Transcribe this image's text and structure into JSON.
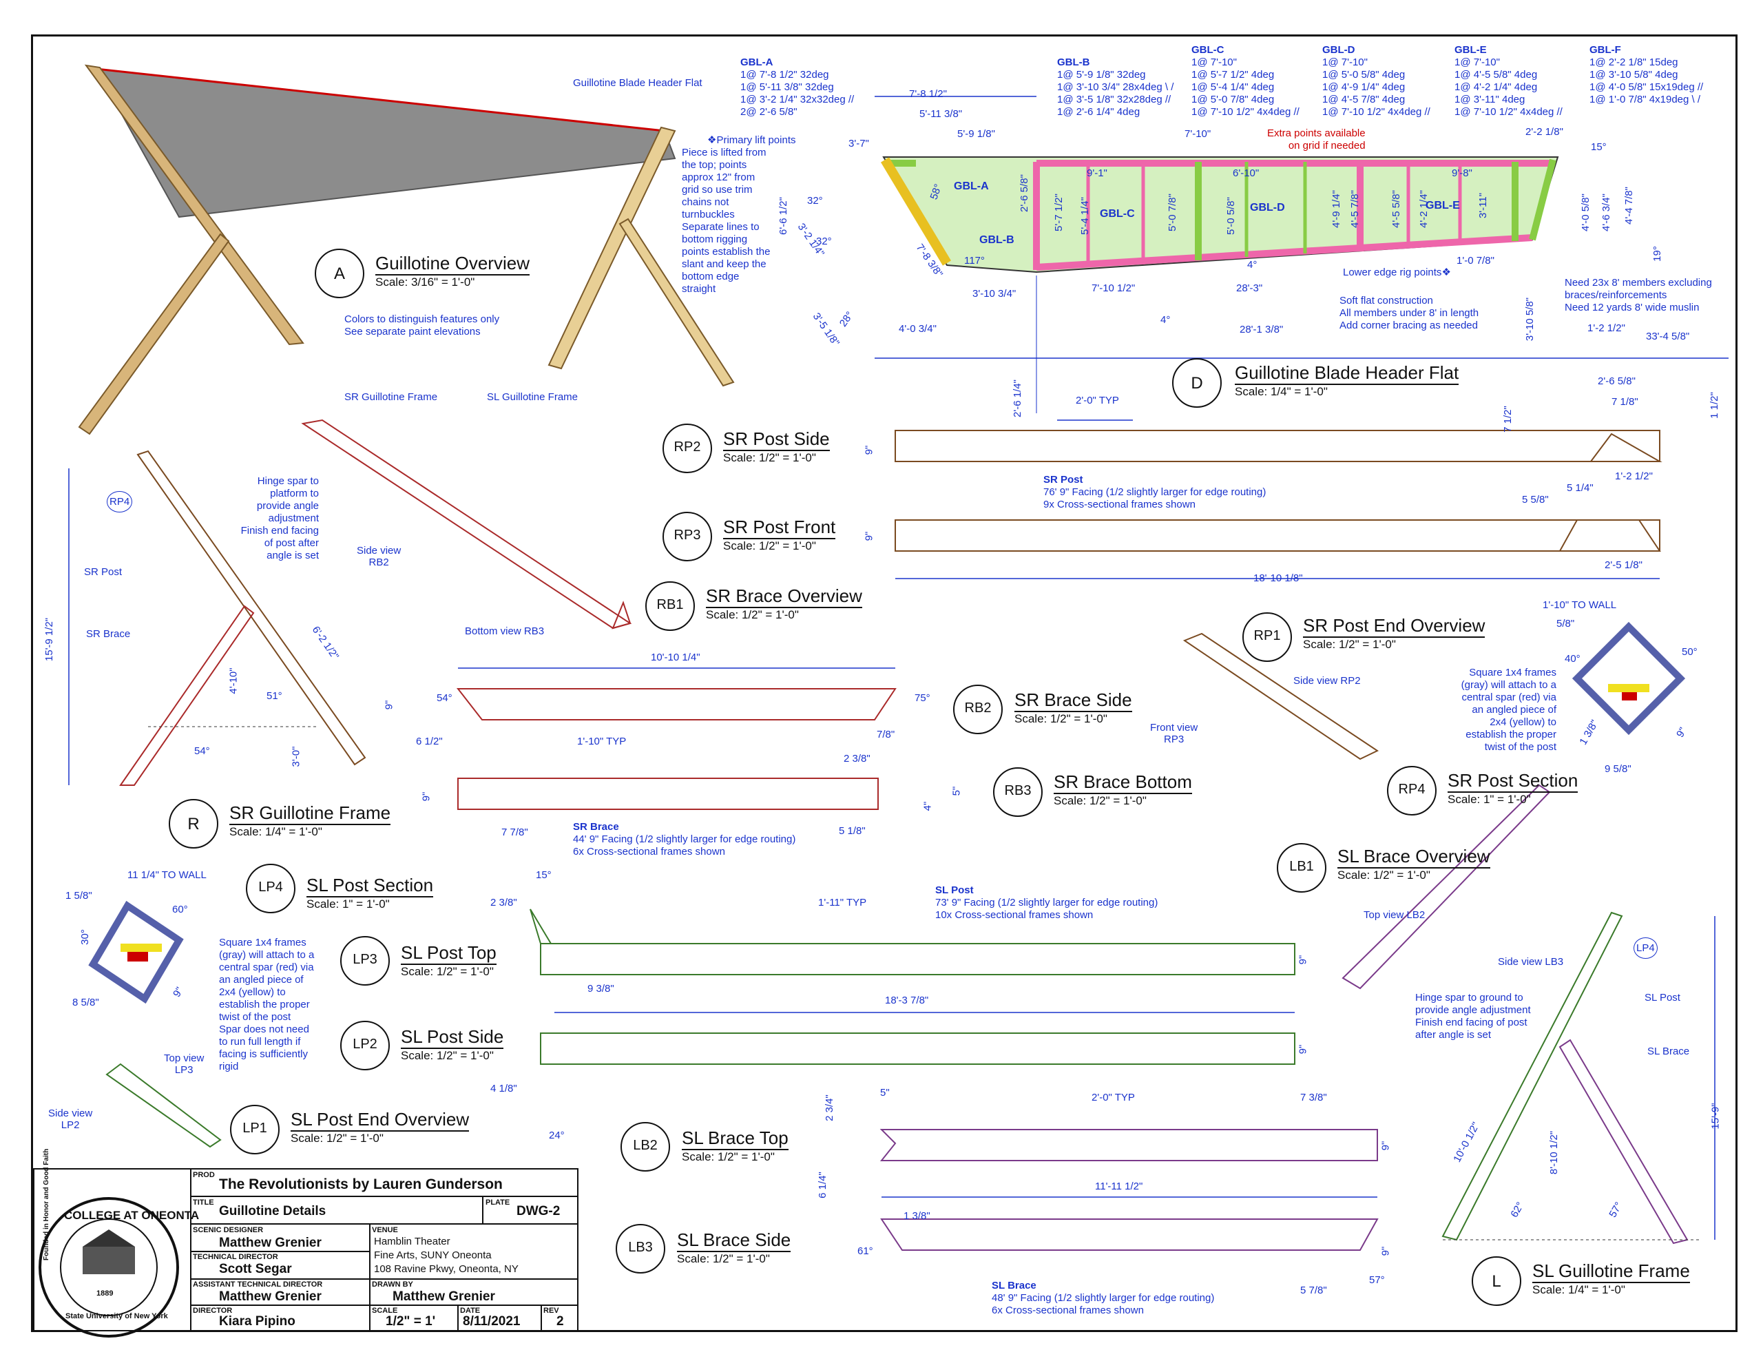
{
  "overview": {
    "label_header": "Guillotine Blade Header Flat",
    "label_sr": "SR Guillotine Frame",
    "label_sl": "SL Guillotine Frame",
    "colors_note_1": "Colors to distinguish features only",
    "colors_note_2": "See separate paint elevations"
  },
  "views": [
    {
      "id": "A",
      "title": "Guillotine Overview",
      "scale": "Scale: 3/16\" = 1'-0\""
    },
    {
      "id": "D",
      "title": "Guillotine Blade Header Flat",
      "scale": "Scale: 1/4\" = 1'-0\""
    },
    {
      "id": "RP2",
      "title": "SR Post Side",
      "scale": "Scale: 1/2\" = 1'-0\""
    },
    {
      "id": "RP3",
      "title": "SR Post Front",
      "scale": "Scale: 1/2\" = 1'-0\""
    },
    {
      "id": "RB1",
      "title": "SR Brace Overview",
      "scale": "Scale: 1/2\" = 1'-0\""
    },
    {
      "id": "RP1",
      "title": "SR Post End Overview",
      "scale": "Scale: 1/2\" = 1'-0\""
    },
    {
      "id": "RB2",
      "title": "SR Brace Side",
      "scale": "Scale: 1/2\" = 1'-0\""
    },
    {
      "id": "RB3",
      "title": "SR Brace Bottom",
      "scale": "Scale: 1/2\" = 1'-0\""
    },
    {
      "id": "RP4",
      "title": "SR Post Section",
      "scale": "Scale: 1\" = 1'-0\""
    },
    {
      "id": "R",
      "title": "SR Guillotine Frame",
      "scale": "Scale: 1/4\" = 1'-0\""
    },
    {
      "id": "LB1",
      "title": "SL Brace Overview",
      "scale": "Scale: 1/2\" = 1'-0\""
    },
    {
      "id": "LP4",
      "title": "SL Post Section",
      "scale": "Scale: 1\" = 1'-0\""
    },
    {
      "id": "LP3",
      "title": "SL Post Top",
      "scale": "Scale: 1/2\" = 1'-0\""
    },
    {
      "id": "LP2",
      "title": "SL Post Side",
      "scale": "Scale: 1/2\" = 1'-0\""
    },
    {
      "id": "LP1",
      "title": "SL Post End Overview",
      "scale": "Scale: 1/2\" = 1'-0\""
    },
    {
      "id": "LB2",
      "title": "SL Brace Top",
      "scale": "Scale: 1/2\" = 1'-0\""
    },
    {
      "id": "LB3",
      "title": "SL Brace Side",
      "scale": "Scale: 1/2\" = 1'-0\""
    },
    {
      "id": "L",
      "title": "SL Guillotine Frame",
      "scale": "Scale: 1/4\" = 1'-0\""
    }
  ],
  "gbl": [
    {
      "name": "GBL-A",
      "lines": [
        "1@ 7'-8 1/2\" 32deg",
        "1@ 5'-11 3/8\" 32deg",
        "1@ 3'-2 1/4\" 32x32deg //",
        "2@ 2'-6 5/8\""
      ]
    },
    {
      "name": "GBL-B",
      "lines": [
        "1@ 5'-9 1/8\" 32deg",
        "1@ 3'-10 3/4\" 28x4deg \\ /",
        "1@ 3'-5 1/8\" 32x28deg //",
        "1@ 2'-6 1/4\" 4deg"
      ]
    },
    {
      "name": "GBL-C",
      "lines": [
        "1@ 7'-10\"",
        "1@ 5'-7 1/2\" 4deg",
        "1@ 5'-4 1/4\" 4deg",
        "1@ 5'-0 7/8\" 4deg",
        "1@ 7'-10 1/2\" 4x4deg //"
      ]
    },
    {
      "name": "GBL-D",
      "lines": [
        "1@ 7'-10\"",
        "1@ 5'-0 5/8\" 4deg",
        "1@ 4'-9 1/4\" 4deg",
        "1@ 4'-5 7/8\" 4deg",
        "1@ 7'-10 1/2\" 4x4deg //"
      ]
    },
    {
      "name": "GBL-E",
      "lines": [
        "1@ 7'-10\"",
        "1@ 4'-5 5/8\" 4deg",
        "1@ 4'-2 1/4\" 4deg",
        "1@ 3'-11\" 4deg",
        "1@ 7'-10 1/2\" 4x4deg //"
      ]
    },
    {
      "name": "GBL-F",
      "lines": [
        "1@ 2'-2 1/8\" 15deg",
        "1@ 3'-10 5/8\" 4deg",
        "1@ 4'-0 5/8\" 15x19deg //",
        "1@ 1'-0 7/8\" 4x19deg \\ /"
      ]
    }
  ],
  "flat": {
    "lift_points": "Primary lift points",
    "lift_note": [
      "Piece is lifted from",
      "the top; points",
      "approx 12\" from",
      "grid so use trim",
      "chains not",
      "turnbuckles",
      "Separate lines to",
      "bottom rigging",
      "points establish the",
      "slant and keep the",
      "bottom edge",
      "straight"
    ],
    "extra_points": [
      "Extra points available",
      "on grid if needed"
    ],
    "lower_edge": "Lower edge rig points",
    "soft_flat": [
      "Soft flat construction",
      "All members under 8' in length",
      "Add corner bracing as needed"
    ],
    "need": [
      "Need 23x 8' members excluding",
      "braces/reinforcements",
      "Need 12 yards 8' wide muslin"
    ],
    "labels": [
      "GBL-A",
      "GBL-B",
      "GBL-C",
      "GBL-D",
      "GBL-E"
    ],
    "dims": {
      "d1": "7'-8 1/2\"",
      "d2": "5'-11 3/8\"",
      "d3": "5'-9 1/8\"",
      "d4": "7'-10\"",
      "d5": "3'-7\"",
      "d6": "2'-2 1/8\"",
      "d7": "15°",
      "d8": "9'-1\"",
      "d9": "6'-10\"",
      "d10": "9'-8\"",
      "d11": "6'-6 1/2\"",
      "d12": "3'-2 1/4\"",
      "d13": "32°",
      "d14": "32°",
      "d15": "58°",
      "d16": "2'-6 5/8\"",
      "d17": "5'-7 1/2\"",
      "d18": "5'-4 1/4\"",
      "d19": "5'-0 7/8\"",
      "d20": "5'-0 5/8\"",
      "d21": "4'-9 1/4\"",
      "d22": "4'-5 7/8\"",
      "d23": "4'-5 5/8\"",
      "d24": "4'-2 1/4\"",
      "d25": "3'-11\"",
      "d26": "4'-0 5/8\"",
      "d27": "4'-6 3/4\"",
      "d28": "4'-4 7/8\"",
      "d29": "19°",
      "d30": "117°",
      "d31": "7'-8 3/8\"",
      "d32": "3'-10 3/4\"",
      "d33": "7'-10 1/2\"",
      "d34": "28'-3\"",
      "d35": "1'-0 7/8\"",
      "d36": "4'-0 3/4\"",
      "d37": "3'-5 1/8\"",
      "d38": "28°",
      "d39": "4°",
      "d40": "28'-1 3/8\"",
      "d41": "3'-10 5/8\"",
      "d42": "1'-2 1/2\"",
      "d43": "33'-4 5/8\"",
      "d44": "2'-6 1/4\"",
      "d45": "4°"
    }
  },
  "sr_post": {
    "typ": "2'-0\" TYP",
    "title": "SR Post",
    "note1": "76' 9\" Facing (1/2 slightly larger for edge routing)",
    "note2": "9x Cross-sectional frames shown",
    "h": "9\"",
    "d_a": "7 1/2\"",
    "d_b": "2'-6 5/8\"",
    "d_c": "7 1/8\"",
    "d_d": "1 1/2\"",
    "d_e": "1'-2 1/2\"",
    "d_f": "5 1/4\"",
    "d_g": "5 5/8\"",
    "d_h": "2'-5 1/8\"",
    "d_len": "18'-10 1/8\""
  },
  "sr_brace": {
    "len": "10'-10 1/4\"",
    "typ": "1'-10\" TYP",
    "a1": "54°",
    "a2": "75°",
    "d1": "6 1/2\"",
    "d2": "7/8\"",
    "d3": "2 3/8\"",
    "d4": "5\"",
    "d5": "4\"",
    "d6": "7 7/8\"",
    "d7": "5 1/8\"",
    "h": "9\"",
    "title": "SR Brace",
    "note1": "44' 9\" Facing (1/2 slightly larger for edge routing)",
    "note2": "6x Cross-sectional frames shown"
  },
  "rb1": {
    "side_view": "Side view",
    "side_ref": "RB2",
    "bottom": "Bottom view RB3"
  },
  "rp1": {
    "side_view": "Side view RP2",
    "front_view": "Front view",
    "front_ref": "RP3"
  },
  "rp4": {
    "to_wall": "1'-10\" TO WALL",
    "d1": "5/8\"",
    "a1": "40°",
    "a2": "50°",
    "d2": "1 3/8\"",
    "d3": "9\"",
    "d4": "9 5/8\"",
    "note": [
      "Square 1x4 frames",
      "(gray) will attach to a",
      "central spar (red) via",
      "an angled piece of",
      "2x4 (yellow) to",
      "establish the proper",
      "twist of the post"
    ]
  },
  "r_frame": {
    "ref": "RP4",
    "post": "SR Post",
    "brace": "SR Brace",
    "hinge": [
      "Hinge spar to",
      "platform to",
      "provide angle",
      "adjustment",
      "Finish end facing",
      "of post after",
      "angle is set"
    ],
    "h": "15'-9 1/2\"",
    "d1": "6'-2 1/2\"",
    "d2": "4'-10\"",
    "a1": "51°",
    "a2": "54°",
    "d3": "3'-0\""
  },
  "sl_post": {
    "title": "SL Post",
    "note1": "73' 9\" Facing (1/2 slightly larger for edge routing)",
    "note2": "10x Cross-sectional frames shown",
    "typ": "1'-11\" TYP",
    "a1": "15°",
    "d1": "2 3/8\"",
    "d2": "9 3/8\"",
    "len": "18'-3 7/8\"",
    "d3": "4 1/8\"",
    "a2": "24°",
    "h": "9\""
  },
  "lp4": {
    "to_wall": "11 1/4\" TO WALL",
    "d1": "1 5/8\"",
    "a1": "60°",
    "a2": "30°",
    "d2": "9\"",
    "d3": "8 5/8\"",
    "note": [
      "Square 1x4 frames",
      "(gray) will attach to a",
      "central spar (red) via",
      "an angled piece of",
      "2x4 (yellow) to",
      "establish the proper",
      "twist of the post",
      "Spar does not need",
      "to run full length if",
      "facing is sufficiently",
      "rigid"
    ]
  },
  "lp1": {
    "top_view": "Top view",
    "top_ref": "LP3",
    "side_view": "Side view",
    "side_ref": "LP2"
  },
  "sl_brace": {
    "d1": "2 3/4\"",
    "d2": "5\"",
    "typ": "2'-0\" TYP",
    "d3": "7 3/8\"",
    "h": "9\"",
    "d4": "6 1/4\"",
    "len": "11'-11 1/2\"",
    "d5": "1 3/8\"",
    "a1": "61°",
    "a2": "57°",
    "d6": "5 7/8\"",
    "title": "SL Brace",
    "note1": "48' 9\" Facing (1/2 slightly larger for edge routing)",
    "note2": "6x Cross-sectional frames shown"
  },
  "lb1": {
    "top_view": "Top view LB2",
    "side_view": "Side view LB3"
  },
  "l_frame": {
    "ref": "LP4",
    "post": "SL Post",
    "brace": "SL Brace",
    "hinge": [
      "Hinge spar to ground to",
      "provide angle adjustment",
      "Finish end facing of post",
      "after angle is set"
    ],
    "d1": "10'-0 1/2\"",
    "d2": "8'-10 1/2\"",
    "a1": "62°",
    "a2": "57°",
    "h": "15'-9\""
  },
  "seal": {
    "top": "COLLEGE AT ONEONTA",
    "inner": "Founded in Honor and Good Faith",
    "bottom": "State University of New York",
    "year": "1889"
  },
  "title_block": {
    "prod_label": "PROD",
    "prod": "The Revolutionists by Lauren Gunderson",
    "title_label": "TITLE",
    "title": "Guillotine Details",
    "plate_label": "PLATE",
    "plate": "DWG-2",
    "scenic_label": "SCENIC DESIGNER",
    "scenic": "Matthew Grenier",
    "venue_label": "VENUE",
    "venue1": "Hamblin Theater",
    "venue2": "Fine Arts, SUNY Oneonta",
    "venue3": "108 Ravine Pkwy, Oneonta, NY",
    "td_label": "TECHNICAL DIRECTOR",
    "td": "Scott Segar",
    "atd_label": "ASSISTANT TECHNICAL DIRECTOR",
    "atd": "Matthew Grenier",
    "drawn_label": "DRAWN BY",
    "drawn": "Matthew Grenier",
    "director_label": "DIRECTOR",
    "director": "Kiara Pipino",
    "scale_label": "SCALE",
    "scale": "1/2\" = 1'",
    "date_label": "DATE",
    "date": "8/11/2021",
    "rev_label": "REV",
    "rev": "2"
  }
}
